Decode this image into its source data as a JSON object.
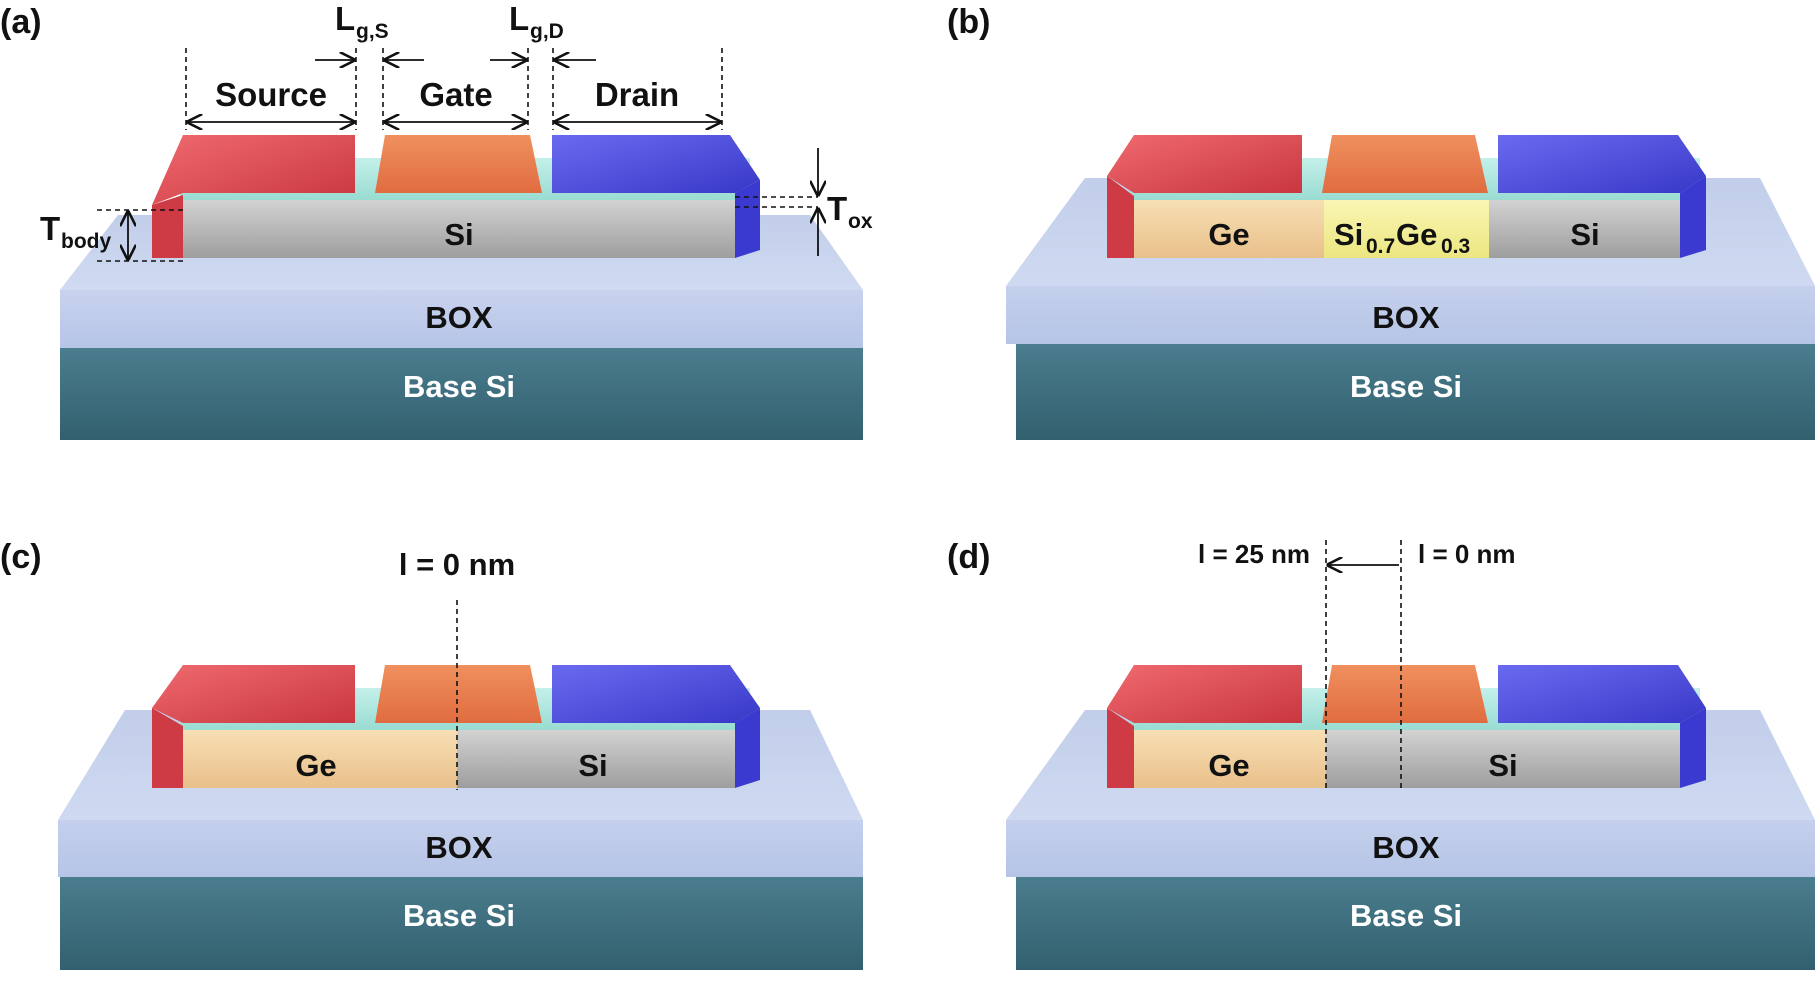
{
  "panels": [
    {
      "tag": "(a)",
      "box": "BOX",
      "base": "Base Si",
      "channel": [
        "Si"
      ],
      "labels": {
        "source": "Source",
        "gate": "Gate",
        "drain": "Drain",
        "lgs_main": "L",
        "lgs_sub": "g,S",
        "lgd_main": "L",
        "lgd_sub": "g,D",
        "tbody_main": "T",
        "tbody_sub": "body",
        "tox_main": "T",
        "tox_sub": "ox"
      }
    },
    {
      "tag": "(b)",
      "box": "BOX",
      "base": "Base Si",
      "channel": [
        "Ge",
        "Si",
        "0.7",
        "Ge",
        "0.3",
        "Si"
      ]
    },
    {
      "tag": "(c)",
      "box": "BOX",
      "base": "Base Si",
      "channel": [
        "Ge",
        "Si"
      ],
      "marker": "l = 0 nm"
    },
    {
      "tag": "(d)",
      "box": "BOX",
      "base": "Base Si",
      "channel": [
        "Ge",
        "Si"
      ],
      "marker_left": "l = 25 nm",
      "marker_right": "l = 0 nm"
    }
  ],
  "colors": {
    "source": "#d9434a",
    "gate": "#ea7a4a",
    "drain": "#4d4de0",
    "oxide": "#aee8e0",
    "si": "#b4b4b4",
    "ge": "#f3d1a0",
    "sige": "#f4f09a",
    "box": "#c7d3ef",
    "base": "#3e6b7c"
  }
}
